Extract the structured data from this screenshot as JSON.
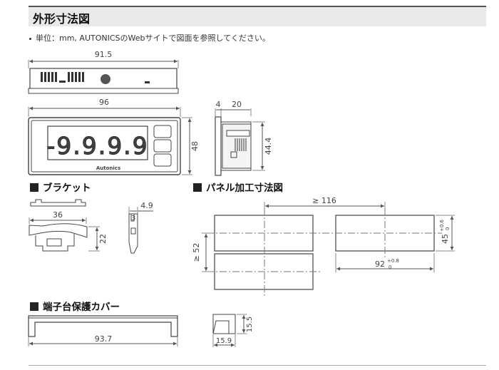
{
  "header": {
    "title": "外形寸法図"
  },
  "note": "単位：mm, AUTONICSのWebサイトで図面を参照してください。",
  "sections": {
    "bracket": "ブラケット",
    "panel_cutout": "パネル加工寸法図",
    "terminal_cover": "端子台保護カバー"
  },
  "front_view": {
    "display": "-9.9.9.9",
    "brand": "Autonics",
    "dim_width": "96",
    "dim_height": "48"
  },
  "top_view": {
    "dim_width": "91.5"
  },
  "side_view": {
    "dim_a": "4",
    "dim_b": "20",
    "dim_height": "44.4"
  },
  "bracket": {
    "dim_width": "36",
    "dim_height": "22",
    "dim_thick": "4.9",
    "dim_small": "3"
  },
  "panel": {
    "dim_pitch_h": "≥ 116",
    "dim_pitch_v": "≥ 52",
    "dim_cut_w": "92",
    "dim_cut_w_tol_upper": "+0.8",
    "dim_cut_w_tol_lower": "0",
    "dim_cut_h": "45",
    "dim_cut_h_tol_upper": "+0.6",
    "dim_cut_h_tol_lower": "0"
  },
  "cover": {
    "dim_width": "93.7",
    "dim_depth": "15.9",
    "dim_height": "15.5"
  },
  "colors": {
    "header_bg": "#e9e9e9",
    "line": "#555555"
  }
}
